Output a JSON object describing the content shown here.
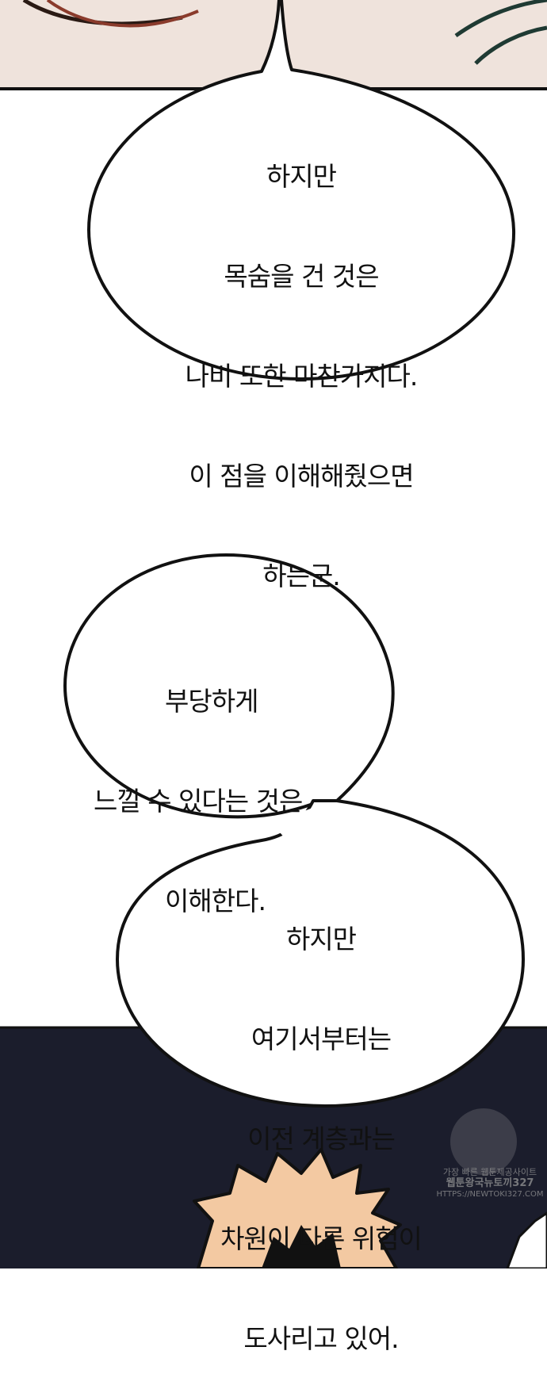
{
  "panels": {
    "top_panel_color": "#efe3dc",
    "bottom_panel_color": "#1b1d2c"
  },
  "bubbles": [
    {
      "name": "speech-bubble-1",
      "lines": [
        "하지만",
        "목숨을 건 것은",
        "나비 또한 마찬가지다.",
        "이 점을 이해해줬으면",
        "하는군."
      ]
    },
    {
      "name": "speech-bubble-2",
      "lines": [
        "부당하게",
        "느낄 수 있다는 것은",
        "이해한다."
      ]
    },
    {
      "name": "speech-bubble-3",
      "lines": [
        "하지만",
        "여기서부터는",
        "이전 계층과는",
        "차원이 다른 위험이",
        "도사리고 있어."
      ]
    }
  ],
  "watermark": {
    "line1": "가장 빠른 웹툰제공사이트",
    "line2": "웹툰왕국뉴토끼327",
    "line3": "HTTPS://NEWTOKI327.COM"
  }
}
